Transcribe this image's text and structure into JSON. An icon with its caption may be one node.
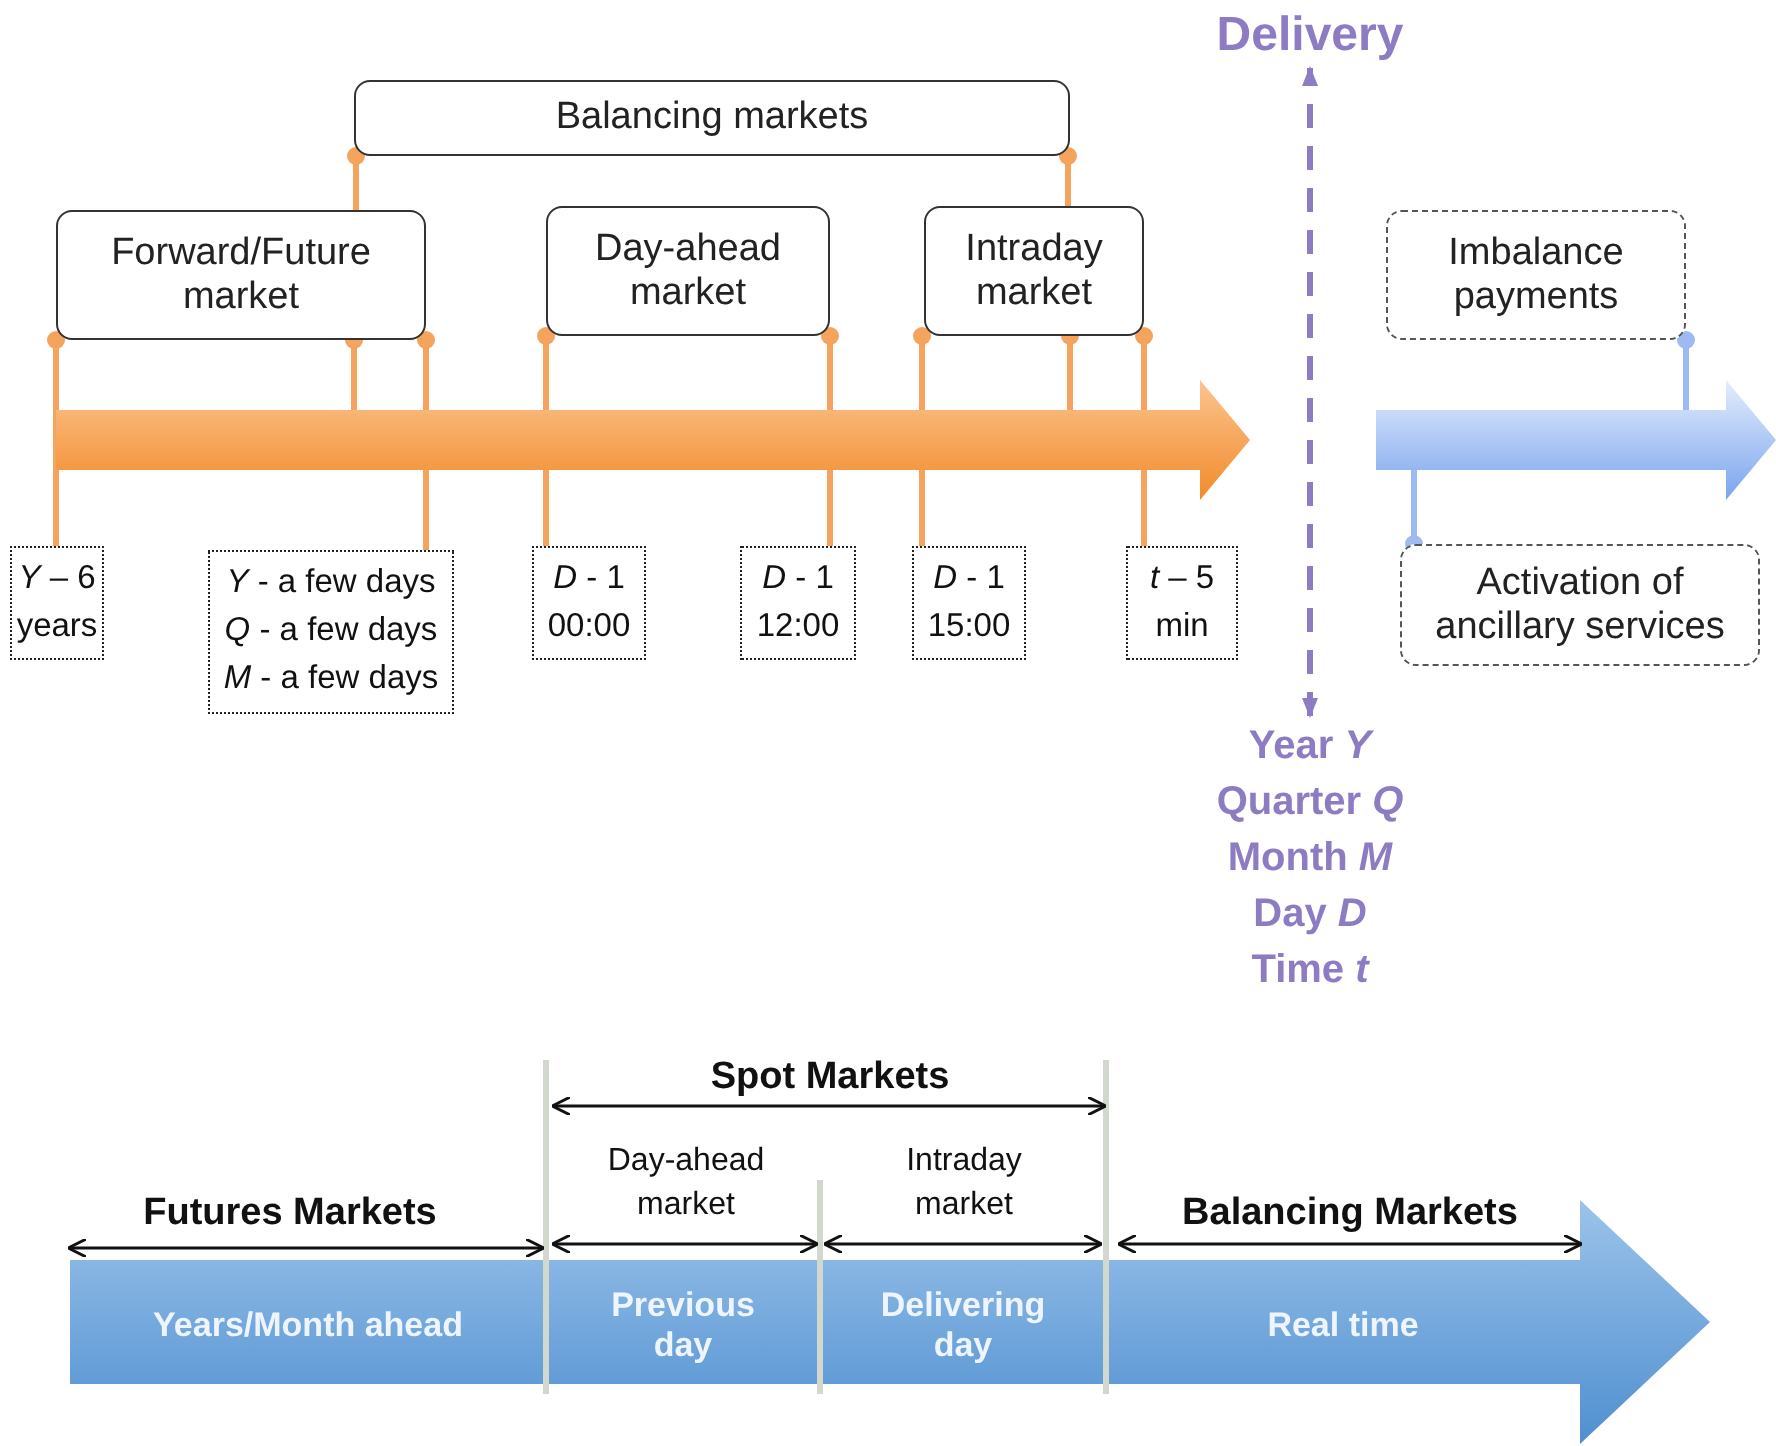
{
  "diagram": {
    "nodes": [
      {
        "text": [
          "Delivery"
        ]
      },
      {
        "text": [
          "Balancing markets"
        ]
      },
      {
        "text": [
          "Forward/Future market"
        ]
      },
      {
        "text": [
          "Day-ahead market"
        ]
      },
      {
        "text": [
          "Intraday market"
        ]
      },
      {
        "text": [
          "Imbalance payments"
        ]
      },
      {
        "text": [],
        "shape": "arrow"
      },
      {
        "text": [],
        "shape": "arrow"
      },
      {
        "text": [
          "*Y* – 6 years"
        ]
      },
      {
        "text": [
          "*Y* - a few days",
          "*Q* - a few days",
          "*M* - a few days"
        ]
      },
      {
        "text": [
          "*D* - 1 00:00"
        ]
      },
      {
        "text": [
          "*D* - 1 12:00"
        ]
      },
      {
        "text": [
          "*D* - 1 15:00"
        ]
      },
      {
        "text": [
          "*t* – 5 min"
        ]
      },
      {
        "text": [
          "Activation of ancillary services"
        ]
      },
      {
        "text": [
          "Year *Y*",
          "Quarter *Q*",
          "Month *M*",
          "Day *D*",
          "Time *t*"
        ]
      },
      {
        "text": [],
        "shape": "arrow"
      },
      {
        "text": [
          "Years/Month ahead"
        ],
        "in": 16
      },
      {
        "text": [
          "Previous day"
        ],
        "in": 16
      },
      {
        "text": [
          "Delivering day"
        ],
        "in": 16
      },
      {
        "text": [
          "Real time"
        ],
        "in": 16
      }
    ],
    "edges": [
      {
        "from": 1,
        "to": 2,
        "arrow": "other"
      },
      {
        "from": 1,
        "to": 4,
        "arrow": "other"
      },
      {
        "from": 2,
        "to": 8,
        "arrow": "other"
      },
      {
        "from": 2,
        "to": 6,
        "arrow": "other"
      },
      {
        "from": 2,
        "to": 9,
        "arrow": "other"
      },
      {
        "from": 3,
        "to": 10,
        "arrow": "other"
      },
      {
        "from": 3,
        "to": 11,
        "arrow": "other"
      },
      {
        "from": 4,
        "to": 12,
        "arrow": "other"
      },
      {
        "from": 4,
        "to": 6,
        "arrow": "other"
      },
      {
        "from": 4,
        "to": 13,
        "arrow": "other"
      },
      {
        "from": 5,
        "to": 7,
        "arrow": "other",
        "color": "#9dbbf0"
      },
      {
        "from": 14,
        "to": 7,
        "arrow": "other",
        "color": "#9dbbf0"
      },
      {
        "from": 15,
        "to": 0,
        "arrow": "both",
        "style": "dashed",
        "color": "#8e7cc3"
      }
    ],
    "labels": [
      "Spot Markets",
      "Day-ahead market",
      "Intraday market",
      "Futures Markets",
      "Balancing Markets"
    ]
  }
}
